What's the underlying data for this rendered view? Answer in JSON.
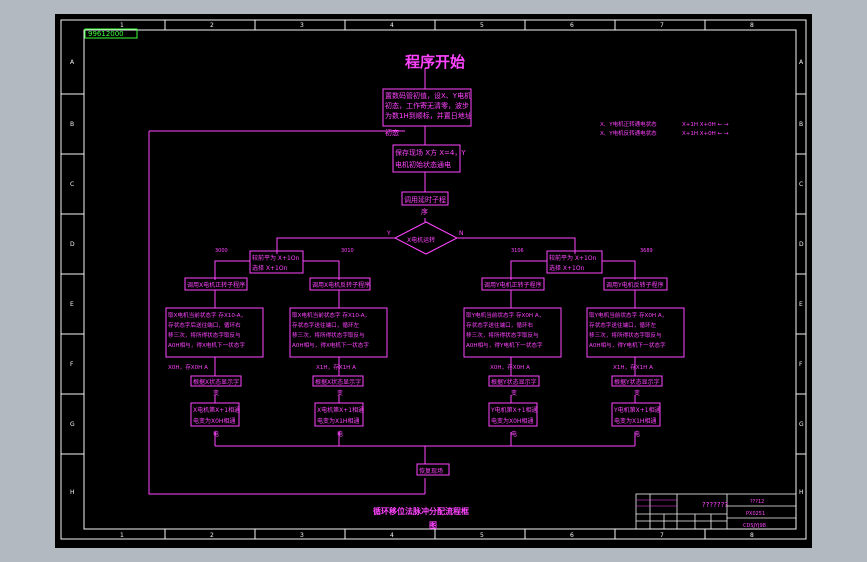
{
  "drawing": {
    "stamp": "99612000",
    "col_marks_top": [
      "1",
      "2",
      "3",
      "4",
      "5",
      "6",
      "7",
      "8"
    ],
    "col_marks_bottom": [
      "1",
      "2",
      "3",
      "4",
      "5",
      "6",
      "7",
      "8"
    ],
    "row_marks": [
      "A",
      "B",
      "C",
      "D",
      "E",
      "F",
      "G",
      "H"
    ]
  },
  "flow": {
    "start": "程序开始",
    "init": [
      "置数码管初值，设X、Y电机",
      "初态，工作寄无清零，波步",
      "为数1H到顺标，并置日地址",
      "初态"
    ],
    "save": [
      "保存现场 X方 X=4，Y",
      "电机初始状态通电"
    ],
    "call": "调用延时子程",
    "call2": "序",
    "decision": "X电机运转",
    "yes_left": "Y",
    "yes_right": "N",
    "addr_left": "3000",
    "addr_left2": "3010",
    "addr_right": "3106",
    "addr_right2": "3689",
    "pos_left": [
      "较前平为 X+1On",
      "选择 X+1On"
    ],
    "pos_right": [
      "较前平为 X+1On",
      "选择 X+1On"
    ],
    "sub1": "调用X电机正转子程序",
    "sub2": "调用X电机反转子程序",
    "sub3": "调用Y电机正转子程序",
    "sub4": "调用Y电机反转子程序",
    "detail1": [
      "取X电机当前状态字 存X10-A，",
      "存状态字后送往端口，循环右",
      "移三次，将所得状态字取反与",
      "A0H相与，得X电机下一状态字",
      "X0H，存X0H A"
    ],
    "detail2": [
      "取X电机当前状态字 存X10-A，",
      "存状态字送往端口，循环左",
      "移三次，将所得状态字取反与",
      "A0H相与，得X电机下一状态字",
      "X1H，存X1H A"
    ],
    "detail3": [
      "取Y电机当前状态字 存X0H A，",
      "存状态字送往端口，循环右",
      "移三次，将所得状态字取反与",
      "A0H相与，得Y电机下一状态字",
      "X0H，存X0H A"
    ],
    "detail4": [
      "取Y电机当前状态字 存X0H A，",
      "存状态字送往端口，循环左",
      "移三次，将所得状态字取反与",
      "A0H相与，得Y电机下一状态字",
      "X1H，存X1H A"
    ],
    "mod1": [
      "根据X状态显示字",
      "变"
    ],
    "mod2": [
      "根据X状态显示字",
      "变"
    ],
    "mod3": [
      "根据Y状态显示字",
      "变"
    ],
    "mod4": [
      "根据Y状态显示字",
      "变"
    ],
    "res1": [
      "X电机第X+1相通",
      "电变为X0H相通",
      "电"
    ],
    "res2": [
      "X电机第X+1相通",
      "电变为X1H相通",
      "电"
    ],
    "res3": [
      "Y电机第X+1相通",
      "电变为X0H相通",
      "电"
    ],
    "res4": [
      "Y电机第X+1相通",
      "电变为X1H相通",
      "电"
    ],
    "restore": "恢复现场",
    "note1": "X、Y电机正转通电状态",
    "note1b": "X+1H X+0H ← →",
    "note2": "X、Y电机反转通电状态",
    "note2b": "X+1H X+0H ← →",
    "caption": "循环移位法脉冲分配流程框",
    "caption2": "图"
  },
  "title_block": {
    "name": "???????",
    "code1": "???12",
    "code2": "PX0251",
    "code3": "CDSJYJ98"
  },
  "colors": {
    "magenta": "#ff44ff",
    "frame": "#f4f4f4",
    "background": "#000000",
    "stamp": "#3aff3a"
  }
}
